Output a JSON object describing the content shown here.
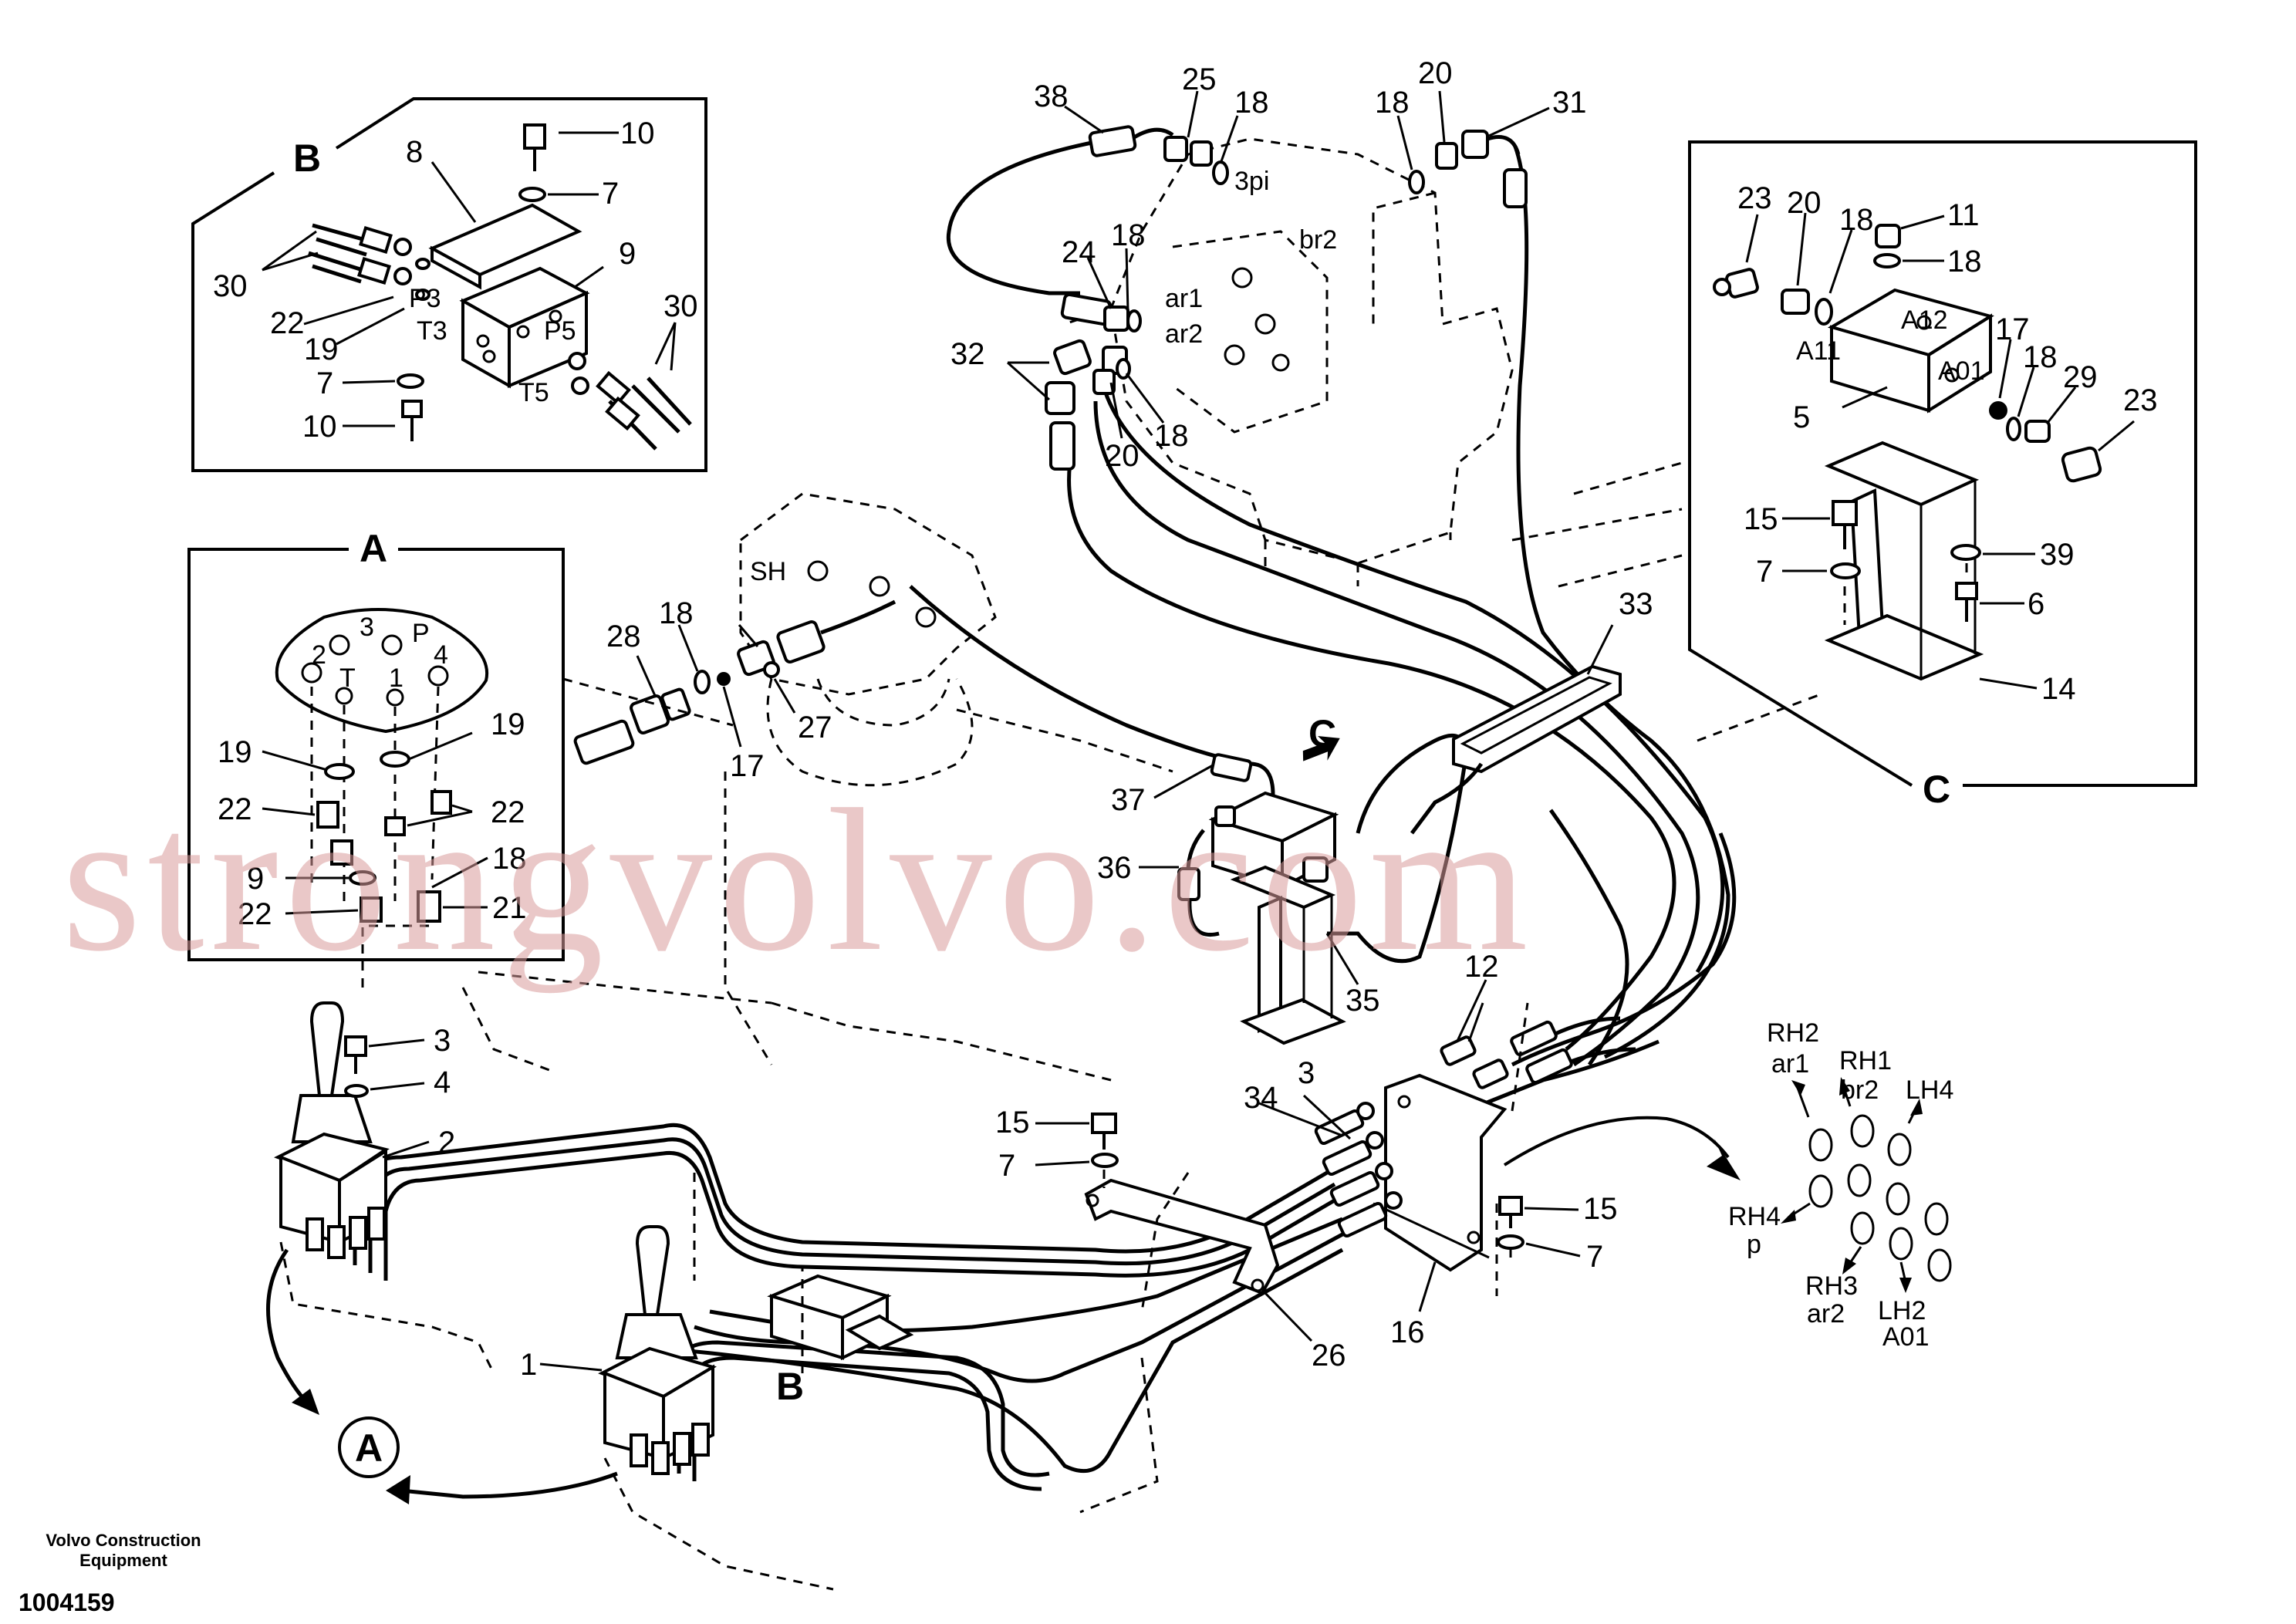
{
  "document": {
    "manufacturer_lines": [
      "Volvo Construction",
      "Equipment"
    ],
    "drawing_number": "1004159",
    "watermark": "strongvolvo.com"
  },
  "detail_views": {
    "A": {
      "label": "A",
      "port_labels": [
        "2",
        "3",
        "P",
        "4",
        "T",
        "1"
      ]
    },
    "B": {
      "label": "B",
      "port_labels": [
        "P3",
        "T3",
        "P5",
        "T5"
      ]
    },
    "C": {
      "label": "C",
      "port_labels": [
        "A12",
        "A11",
        "A01"
      ]
    }
  },
  "main_labels": {
    "valve_ports": [
      "3pi",
      "br2",
      "ar1",
      "ar2",
      "SH"
    ],
    "callout_A": "A",
    "callout_B": "B",
    "callout_C": "C"
  },
  "connection_labels": [
    {
      "line1": "RH2",
      "line2": "ar1"
    },
    {
      "line1": "RH1",
      "line2": "br2"
    },
    {
      "line1": "LH4",
      "line2": ""
    },
    {
      "line1": "RH4",
      "line2": "p"
    },
    {
      "line1": "RH3",
      "line2": "ar2"
    },
    {
      "line1": "LH2",
      "line2": "A01"
    }
  ],
  "part_numbers": {
    "b_view": [
      "10",
      "7",
      "8",
      "9",
      "30",
      "22",
      "19",
      "7",
      "10",
      "30"
    ],
    "c_view": [
      "23",
      "20",
      "18",
      "11",
      "18",
      "17",
      "18",
      "29",
      "23",
      "5",
      "15",
      "7",
      "39",
      "6",
      "14"
    ],
    "a_view": [
      "19",
      "19",
      "22",
      "22",
      "9",
      "18",
      "22",
      "21"
    ],
    "top": [
      "38",
      "25",
      "18",
      "20",
      "18",
      "31",
      "24",
      "18",
      "32",
      "20",
      "18",
      "33"
    ],
    "middle": [
      "28",
      "18",
      "27",
      "17",
      "37",
      "36",
      "35",
      "12"
    ],
    "bottom": [
      "3",
      "4",
      "2",
      "1",
      "3",
      "34",
      "15",
      "7",
      "15",
      "7",
      "16",
      "26"
    ]
  }
}
